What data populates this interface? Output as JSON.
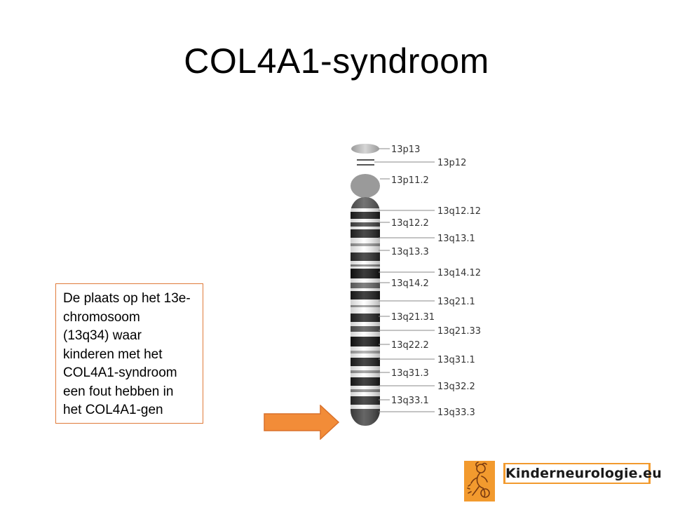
{
  "slide": {
    "title": "COL4A1-syndroom"
  },
  "caption": {
    "lines": [
      "De plaats op het 13e-",
      "chromosoom",
      "(13q34) waar",
      "kinderen met het",
      "COL4A1-syndroom",
      "een fout hebben in",
      "het COL4A1-gen"
    ]
  },
  "ideogram": {
    "left_labels": [
      "13p13",
      "13p11.2",
      "13q12.2",
      "13q13.3",
      "13q14.2",
      "13q21.31",
      "13q22.2",
      "13q31.3",
      "13q33.1"
    ],
    "right_labels": [
      "13p12",
      "13q12.12",
      "13q13.1",
      "13q14.12",
      "13q21.1",
      "13q21.33",
      "13q31.1",
      "13q32.2",
      "13q33.3"
    ]
  },
  "logo": {
    "text": "Kinderneurologie.eu",
    "accent_color": "#f29a2e"
  },
  "arrow": {
    "color": "#f28c38",
    "stroke": "#d9702a"
  }
}
